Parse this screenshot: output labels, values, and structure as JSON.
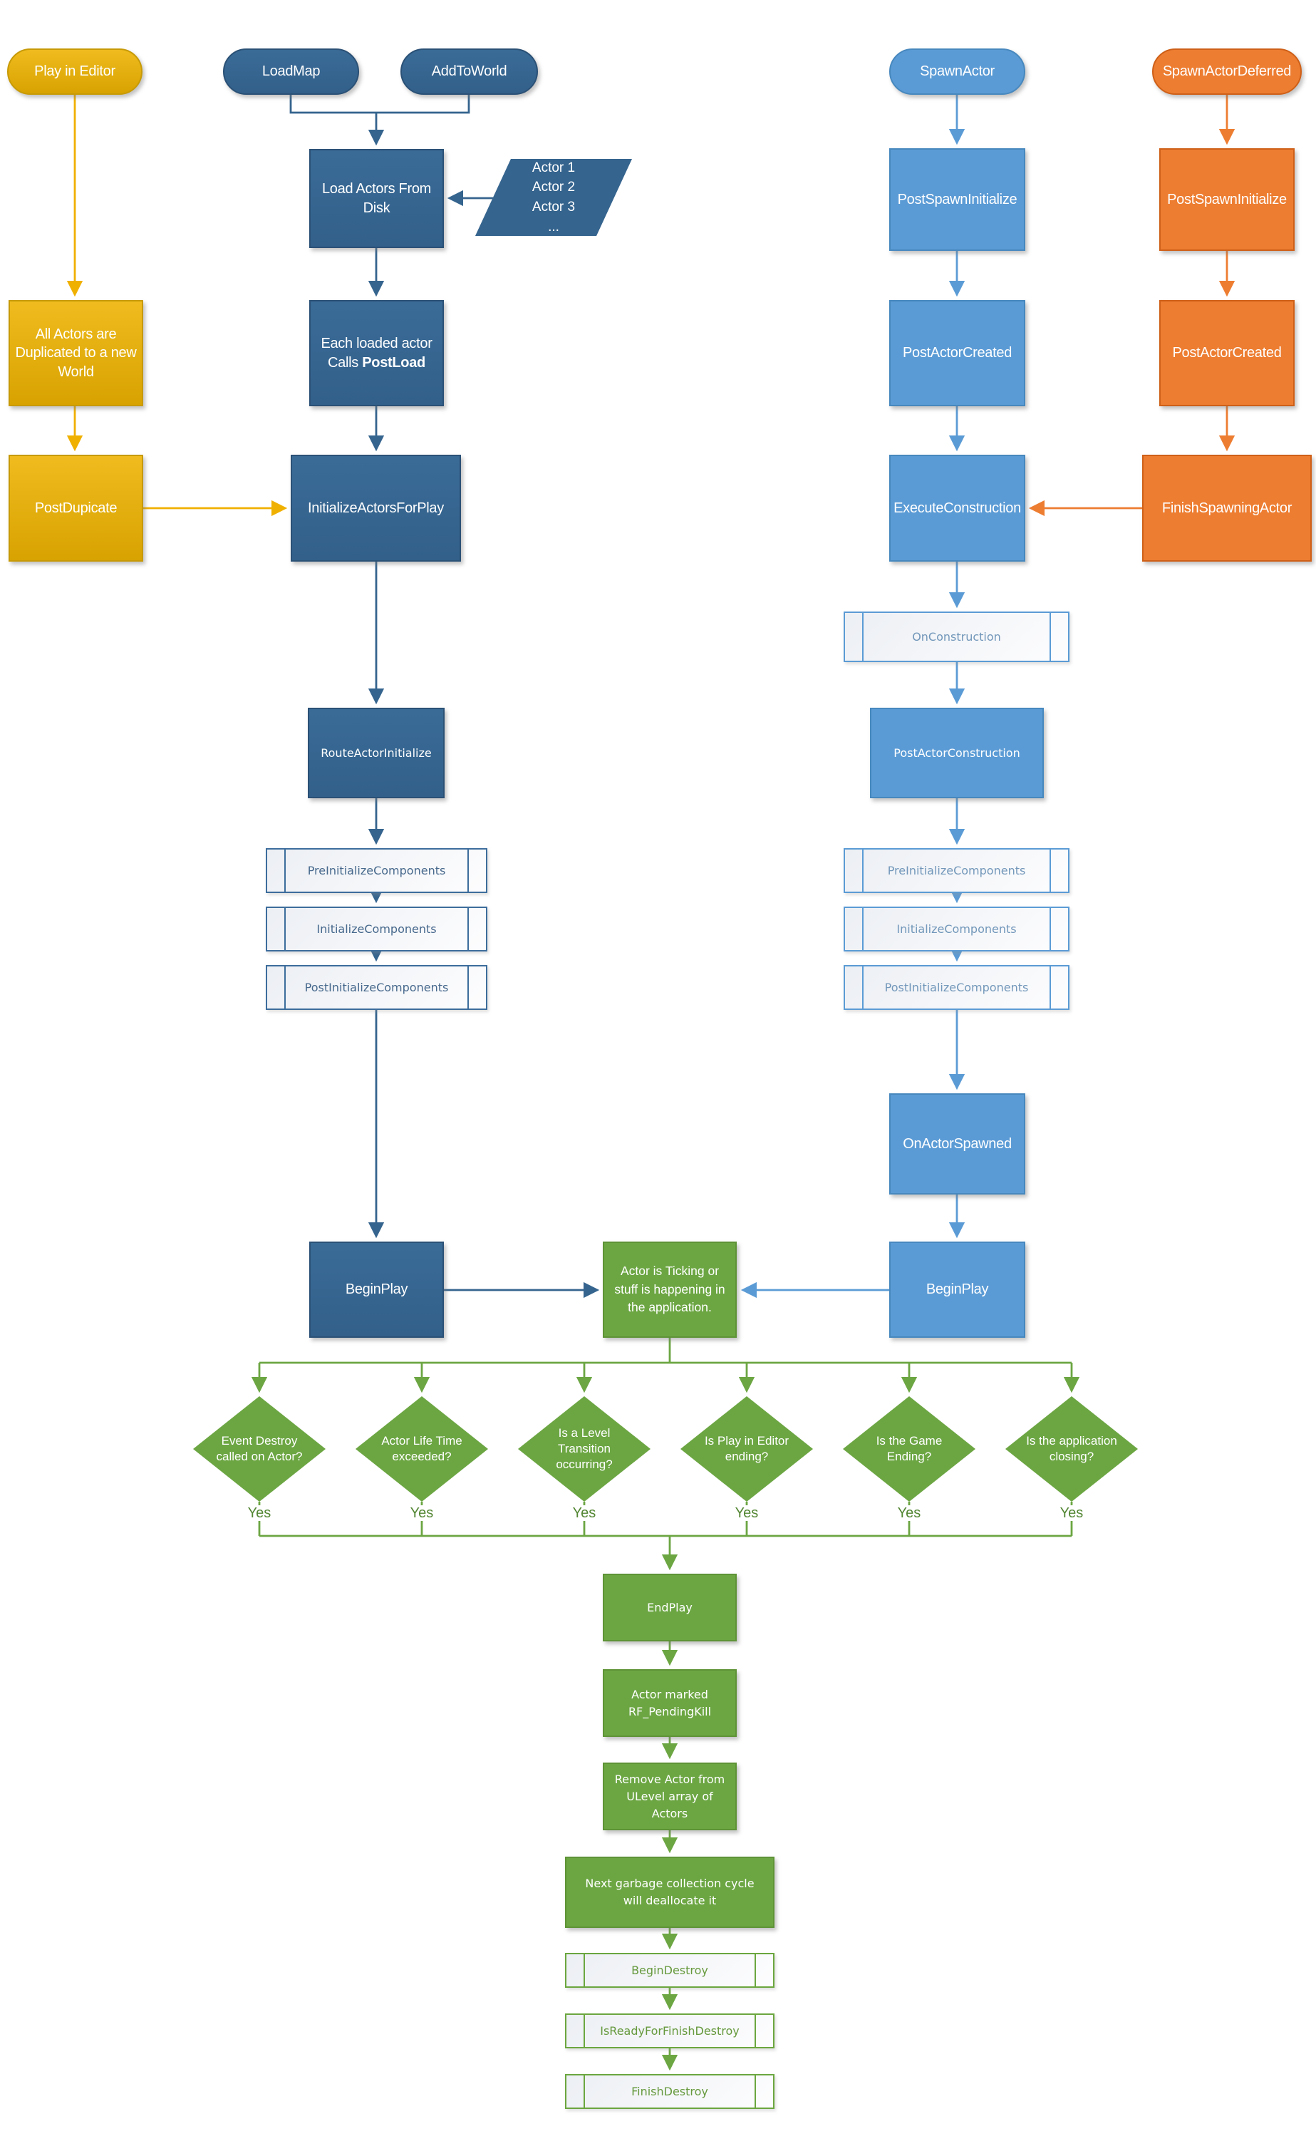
{
  "palette": {
    "yellow": "#E9B217",
    "yellow_border": "#C79A06",
    "dark_blue": "#35648E",
    "dark_blue_border": "#2B5176",
    "light_blue": "#5B9BD5",
    "light_blue_border": "#4788BE",
    "orange": "#ED7D31",
    "orange_border": "#CE6018",
    "green": "#6CA643",
    "green_border": "#5E9336",
    "text_on_fill": "#FFFFFF"
  },
  "labels": {
    "yes": "Yes"
  },
  "nodes": {
    "play_in_editor": {
      "label": "Play in Editor"
    },
    "all_actors": {
      "label": "All Actors are\nDuplicated to a new\nWorld"
    },
    "post_dupicate": {
      "label": "PostDupicate"
    },
    "load_map": {
      "label": "LoadMap"
    },
    "add_to_world": {
      "label": "AddToWorld"
    },
    "load_actors": {
      "label": "Load Actors From\nDisk"
    },
    "actor_list": {
      "label": "Actor 1\nActor 2\nActor 3\n..."
    },
    "each_loaded": {
      "line1": "Each loaded actor",
      "line2_prefix": "Calls",
      "line2_bold": "PostLoad"
    },
    "initialize_actors_for_play": {
      "label": "InitializeActorsForPlay"
    },
    "route_actor_initialize": {
      "label": "RouteActorInitialize"
    },
    "pre_initialize_components": {
      "label": "PreInitializeComponents"
    },
    "initialize_components": {
      "label": "InitializeComponents"
    },
    "post_initialize_components": {
      "label": "PostInitializeComponents"
    },
    "begin_play": {
      "label": "BeginPlay"
    },
    "spawn_actor": {
      "label": "SpawnActor"
    },
    "post_spawn_initialize": {
      "label": "PostSpawnInitialize"
    },
    "post_actor_created": {
      "label": "PostActorCreated"
    },
    "execute_construction": {
      "label": "ExecuteConstruction"
    },
    "on_construction": {
      "label": "OnConstruction"
    },
    "post_actor_construction": {
      "label": "PostActorConstruction"
    },
    "on_actor_spawned": {
      "label": "OnActorSpawned"
    },
    "spawn_actor_deferred": {
      "label": "SpawnActorDeferred"
    },
    "finish_spawning_actor": {
      "label": "FinishSpawningActor"
    },
    "ticking": {
      "label": "Actor is Ticking or\nstuff is happening in\nthe application."
    },
    "end_play": {
      "label": "EndPlay"
    },
    "actor_marked": {
      "label": "Actor marked\nRF_PendingKill"
    },
    "remove_actor": {
      "label": "Remove Actor from\nULevel array of\nActors"
    },
    "garbage": {
      "label": "Next garbage collection cycle\nwill deallocate it"
    },
    "begin_destroy": {
      "label": "BeginDestroy"
    },
    "is_ready_for_finish_destroy": {
      "label": "IsReadyForFinishDestroy"
    },
    "finish_destroy": {
      "label": "FinishDestroy"
    }
  },
  "decisions": [
    "Event Destroy\ncalled on Actor?",
    "Actor Life Time\nexceeded?",
    "Is a Level\nTransition\noccurring?",
    "Is Play in Editor\nending?",
    "Is the Game\nEnding?",
    "Is the application\nclosing?"
  ]
}
